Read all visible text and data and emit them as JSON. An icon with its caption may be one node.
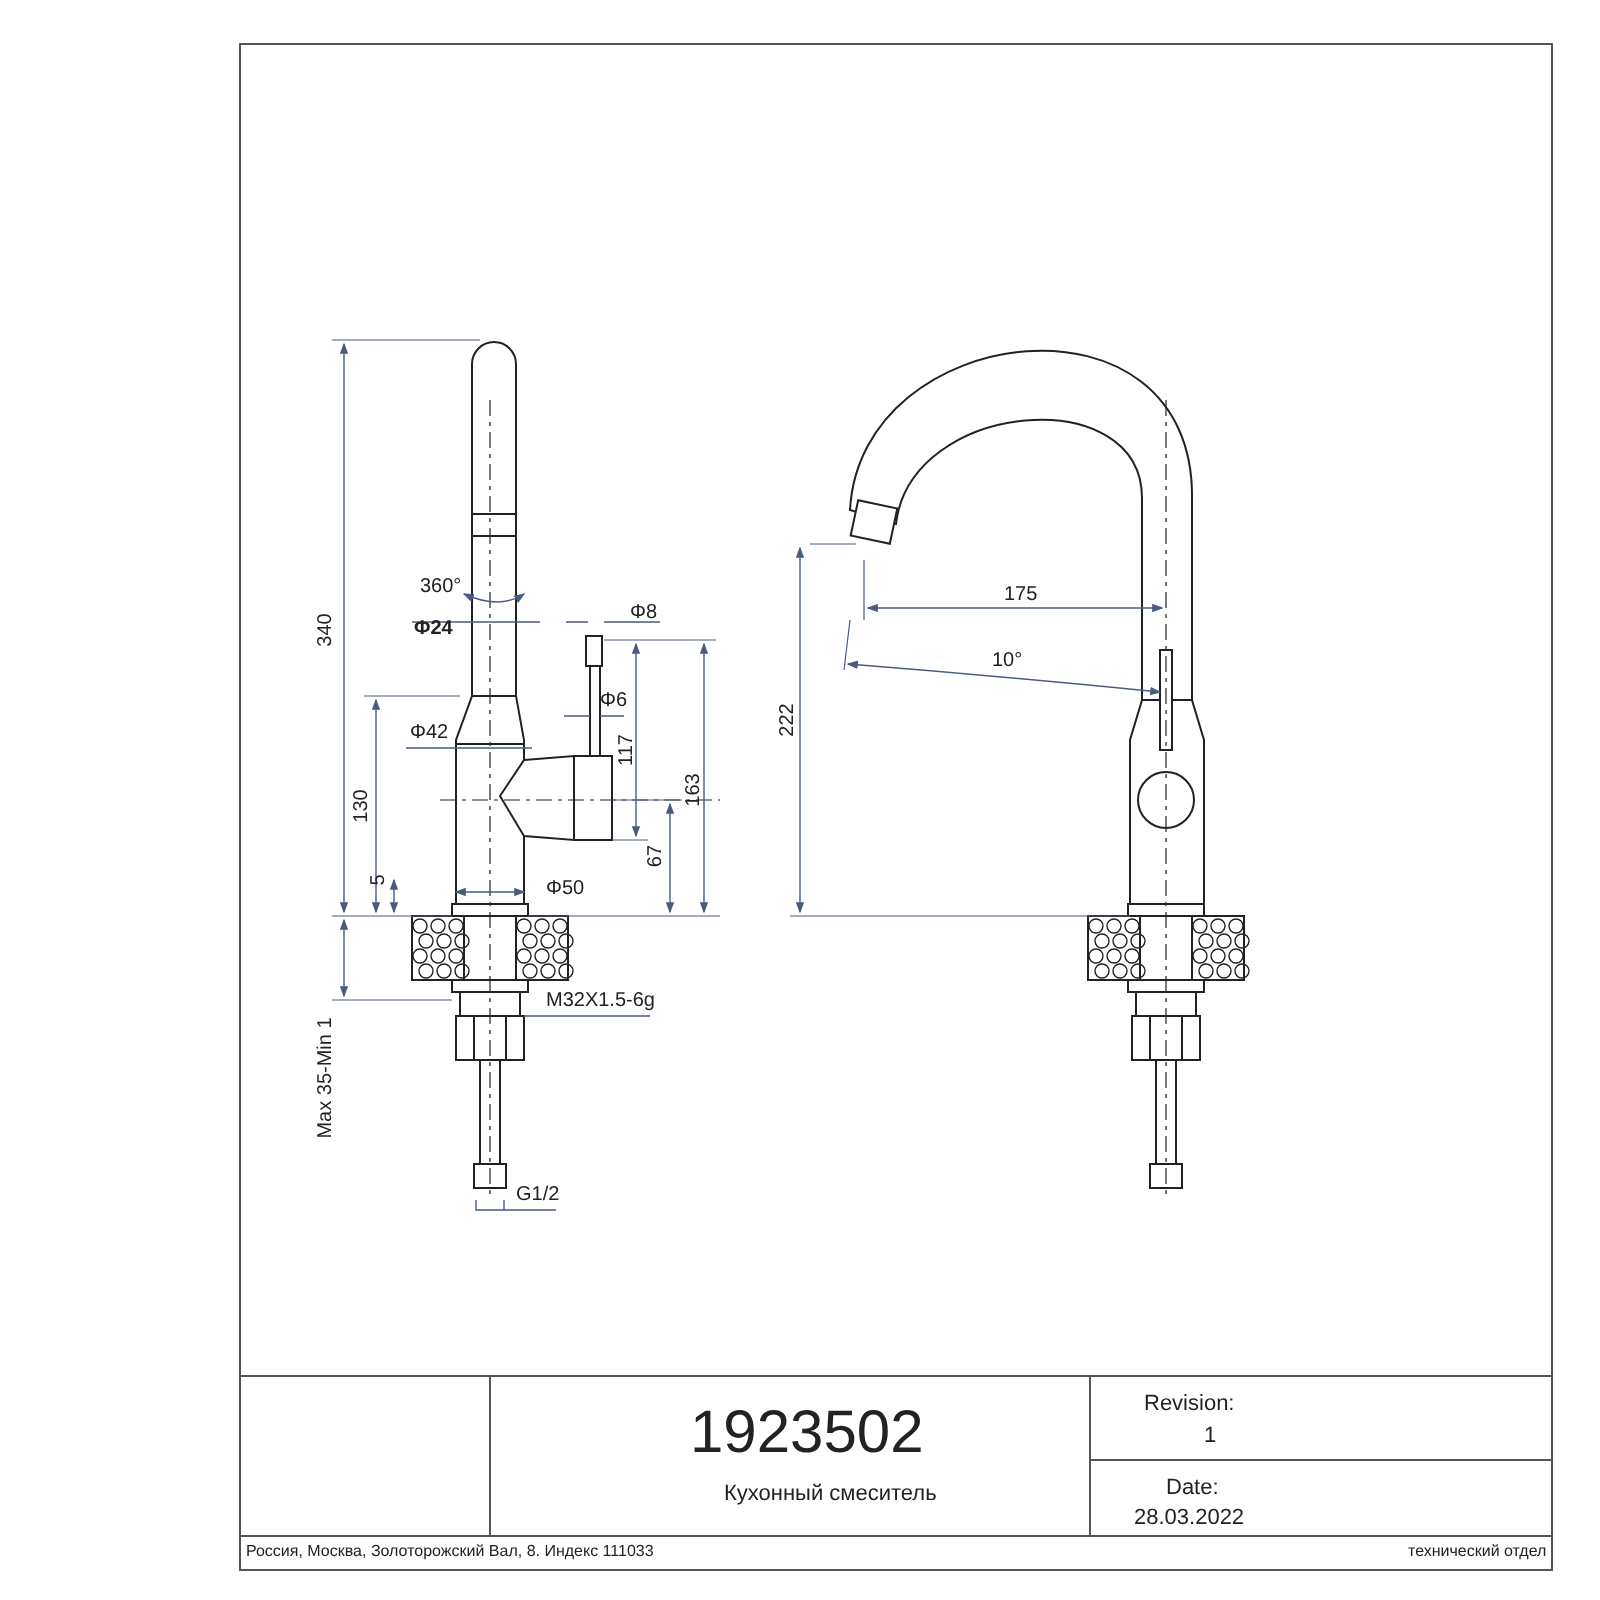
{
  "diagram": {
    "labels": [
      "360°",
      "Φ24",
      "Φ8",
      "340",
      "Φ6",
      "Φ42",
      "117",
      "130",
      "163",
      "5",
      "Φ50",
      "67",
      "M32X1.5-6g",
      "Max 35-Min 1",
      "G1/2",
      "175",
      "10°",
      "222",
      "1923502",
      "Кухонный смеситель",
      "Revision:",
      "1",
      "Date:",
      "28.03.2022",
      "Россия, Москва, Золоторожский Вал, 8. Индекс 111033",
      "технический отдел"
    ]
  }
}
